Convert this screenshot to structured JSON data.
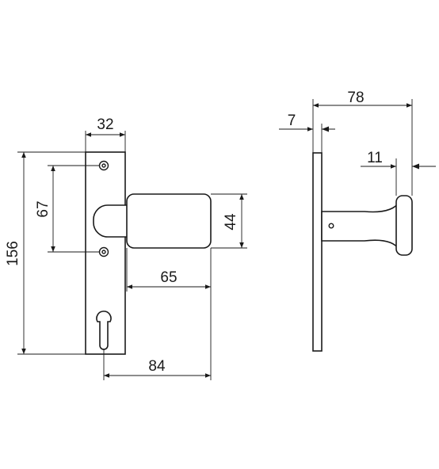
{
  "dimensions": {
    "plate_width": "32",
    "rose_height": "156",
    "hole_spacing": "67",
    "handle_height": "44",
    "handle_length": "65",
    "total_length": "84",
    "projection": "78",
    "plate_thickness": "7",
    "knob_thickness": "11"
  }
}
